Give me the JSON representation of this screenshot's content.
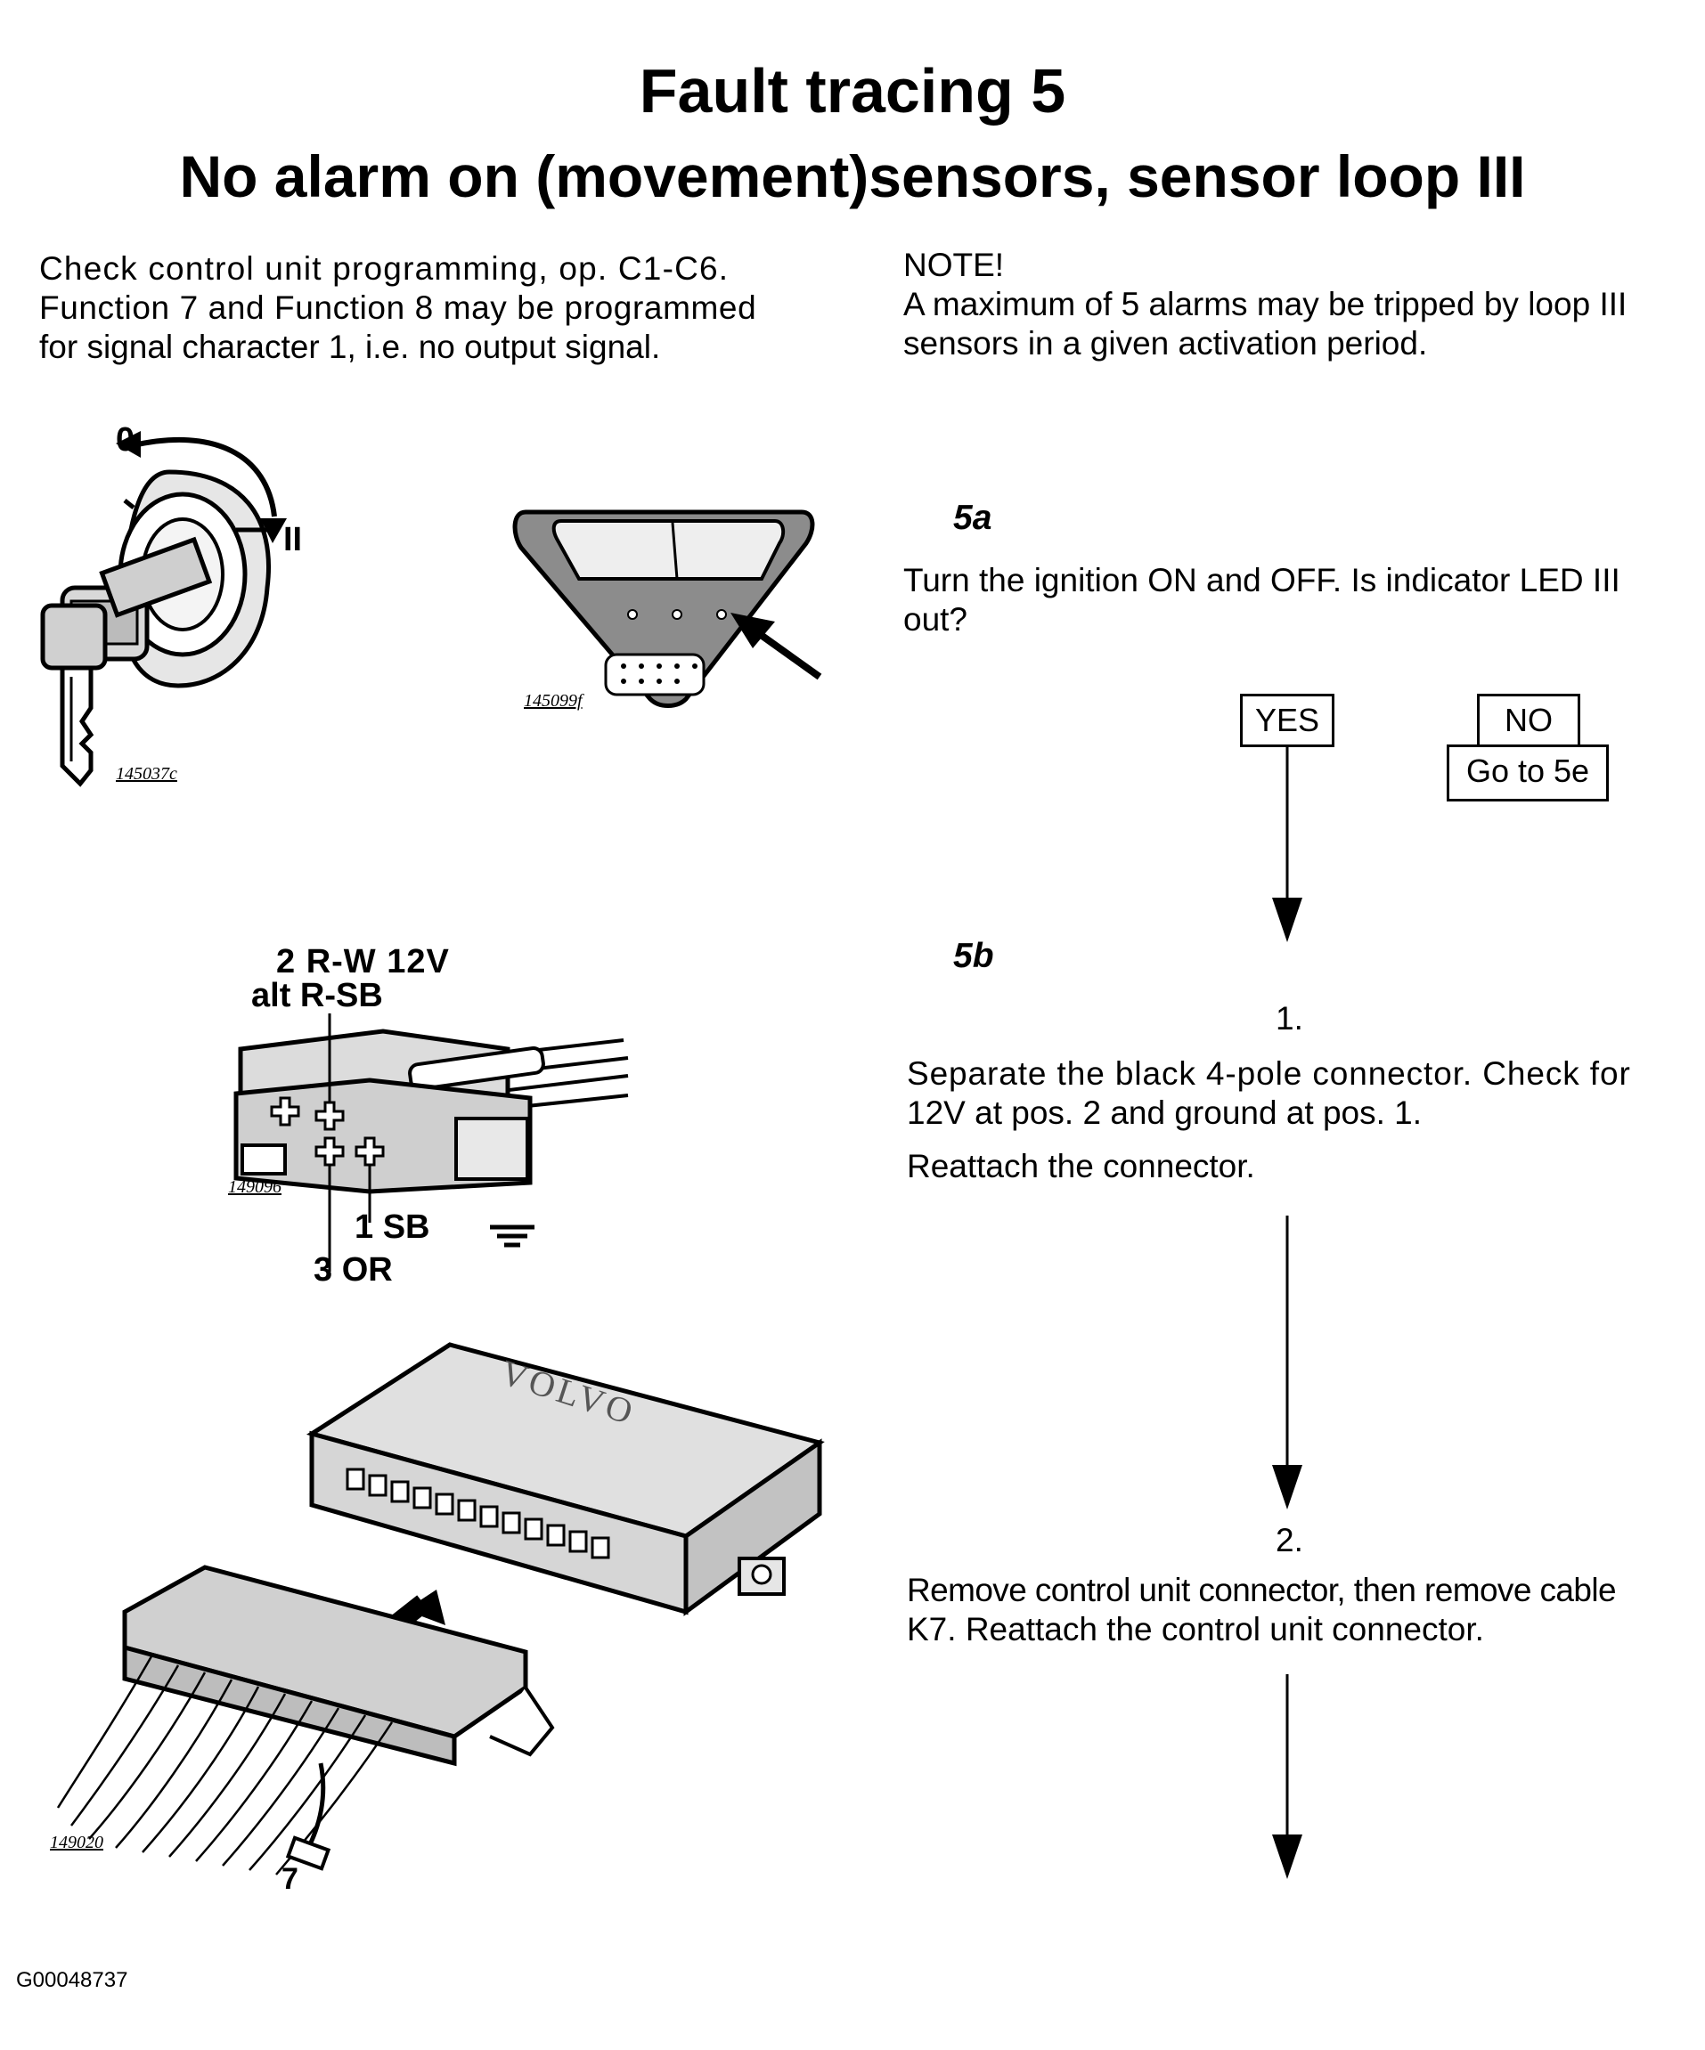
{
  "title": {
    "line1": "Fault tracing 5",
    "line2": "No alarm on (movement)sensors, sensor loop III"
  },
  "intro_left": [
    "Check control unit programming, op. C1-C6.",
    "Function 7 and Function 8 may be programmed",
    "for signal character 1, i.e. no output signal."
  ],
  "note": {
    "heading": "NOTE!",
    "lines": [
      "A maximum of 5 alarms may be tripped by loop III",
      "sensors in a given activation period."
    ]
  },
  "steps": {
    "s5a": {
      "label": "5a",
      "lines": [
        "Turn the ignition ON and OFF. Is indicator LED III",
        "out?"
      ],
      "yes": "YES",
      "no": "NO",
      "no_action": "Go to 5e"
    },
    "s5b": {
      "label": "5b",
      "sub1": {
        "num": "1.",
        "lines": [
          "Separate the black 4-pole connector. Check for",
          "12V at pos. 2 and ground at pos. 1."
        ],
        "extra": "Reattach the connector."
      },
      "sub2": {
        "num": "2.",
        "lines": [
          "Remove control unit connector, then remove cable",
          "K7. Reattach the control unit connector."
        ]
      }
    }
  },
  "figures": {
    "ignition": {
      "id": "145037c",
      "pos_off": "0",
      "pos_on": "II"
    },
    "led_panel": {
      "id": "145099f"
    },
    "connector": {
      "id": "149096",
      "pin2_a": "2 R-W 12V",
      "pin2_b": "alt R-SB",
      "pin1": "1 SB",
      "pin3": "3 OR"
    },
    "control_unit": {
      "id": "149020",
      "brand": "VOLVO",
      "pin_label": "7"
    }
  },
  "footer_code": "G00048737"
}
